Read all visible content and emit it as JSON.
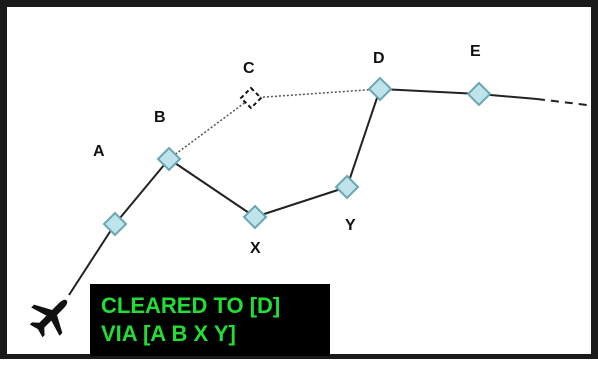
{
  "waypoints": {
    "A": "A",
    "B": "B",
    "C": "C",
    "D": "D",
    "E": "E",
    "X": "X",
    "Y": "Y"
  },
  "clearance": {
    "line1": "CLEARED TO [D]",
    "line2": "VIA [A B X Y]"
  },
  "colors": {
    "waypoint_fill": "#bfe3ea",
    "waypoint_stroke": "#6aa7b3",
    "route_line": "#222222",
    "clearance_bg": "#000000",
    "clearance_text": "#22dd33"
  },
  "icons": {
    "aircraft": "airplane-icon"
  }
}
